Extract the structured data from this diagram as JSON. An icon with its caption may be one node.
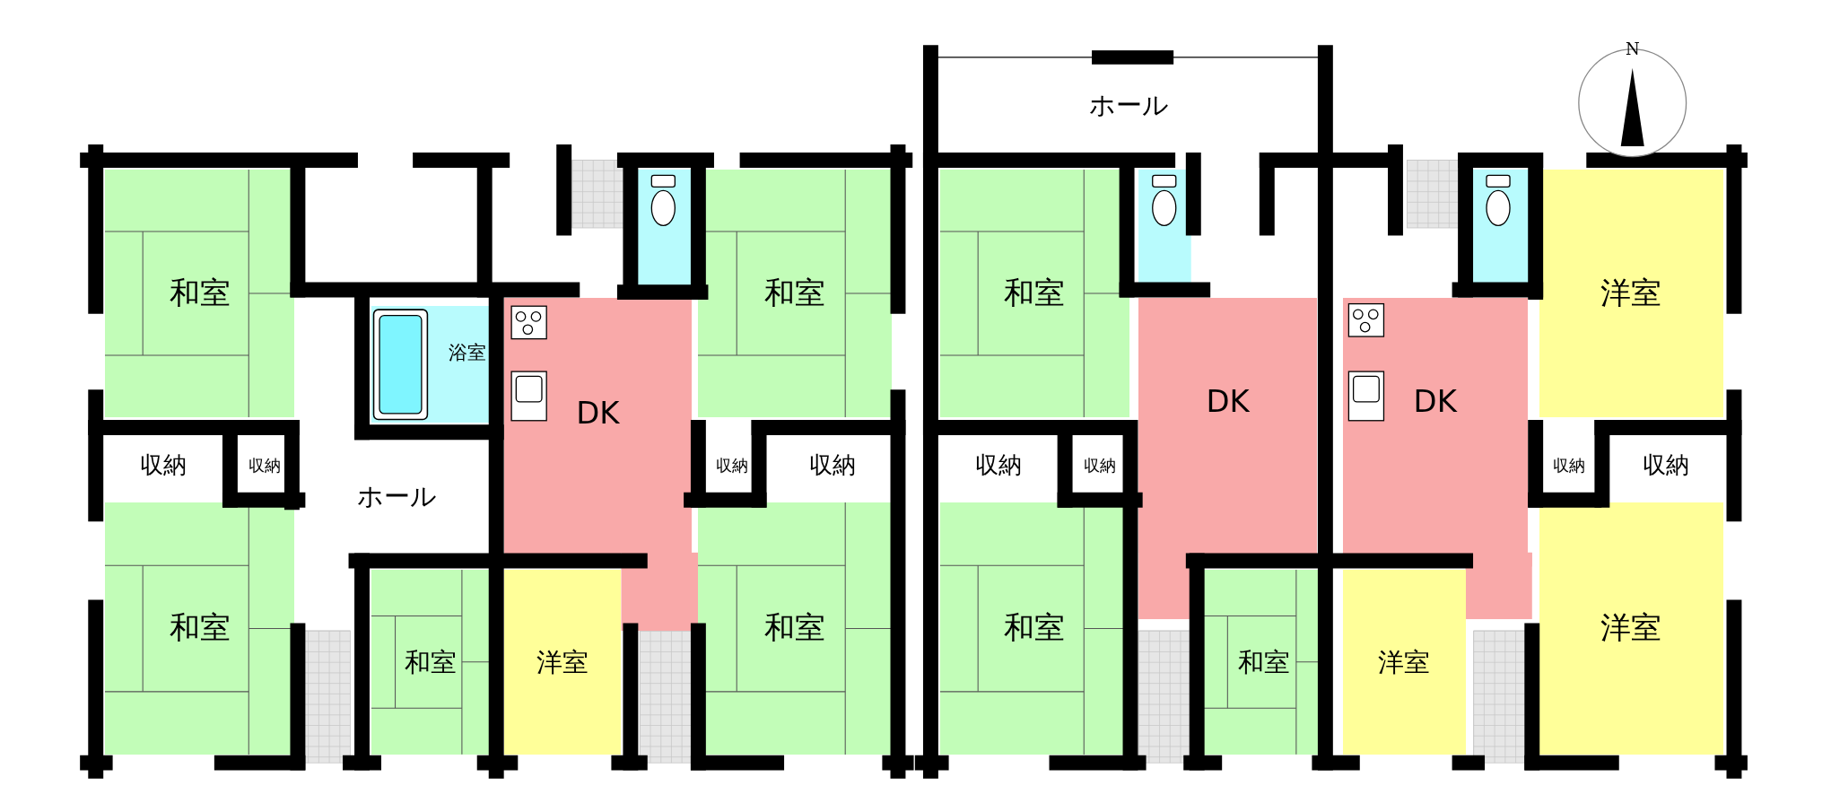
{
  "diagram": {
    "nodes": [
      {
        "text": [
          "和室"
        ]
      },
      {
        "text": [
          "和室"
        ]
      },
      {
        "text": [
          "浴室"
        ]
      },
      {
        "text": [
          "DK"
        ]
      },
      {
        "text": [
          "収納"
        ]
      },
      {
        "text": [
          "収納"
        ]
      },
      {
        "text": [
          "ホール"
        ]
      },
      {
        "text": [
          "収納"
        ]
      },
      {
        "text": [
          "収納"
        ]
      },
      {
        "text": [
          "和室"
        ]
      },
      {
        "text": [
          "和室"
        ]
      },
      {
        "text": [
          "洋室"
        ]
      },
      {
        "text": [
          "和室"
        ]
      },
      {
        "text": [
          "ホール"
        ]
      },
      {
        "text": [
          "和室"
        ]
      },
      {
        "text": [
          "DK"
        ]
      },
      {
        "text": [
          "DK"
        ]
      },
      {
        "text": [
          "洋室"
        ]
      },
      {
        "text": [
          "収納"
        ]
      },
      {
        "text": [
          "収納"
        ]
      },
      {
        "text": [
          "収納"
        ]
      },
      {
        "text": [
          "収納"
        ]
      },
      {
        "text": [
          "和室"
        ]
      },
      {
        "text": [
          "和室"
        ]
      },
      {
        "text": [
          "洋室"
        ]
      },
      {
        "text": [
          "洋室"
        ]
      }
    ],
    "edges": [],
    "labels": [
      "N"
    ]
  }
}
